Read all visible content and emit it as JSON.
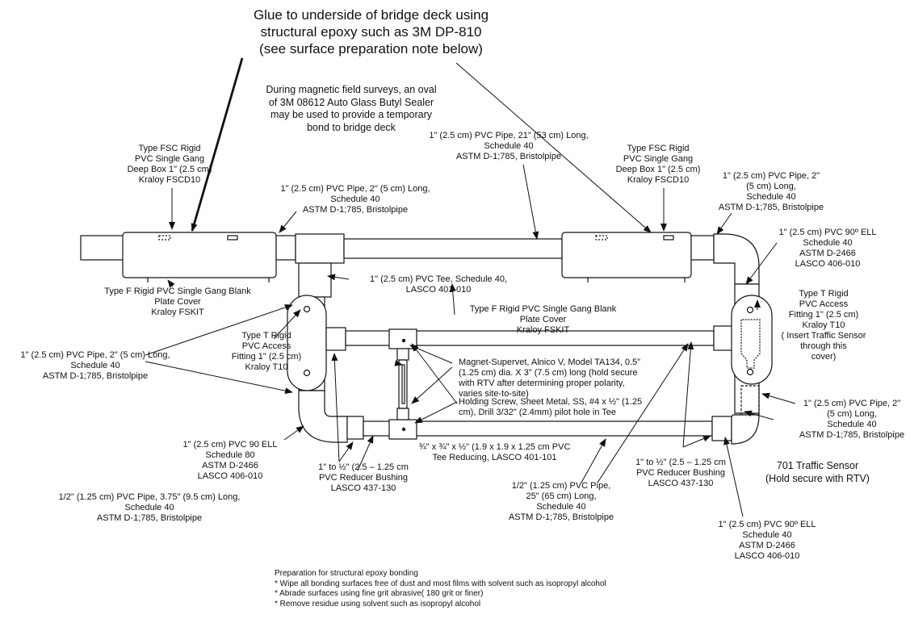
{
  "callouts": {
    "glue": [
      "Glue to underside of bridge deck using",
      "structural epoxy such as 3M DP-810",
      "(see surface preparation note below)"
    ],
    "butyl": [
      "During magnetic field surveys, an oval",
      "of 3M 08612 Auto Glass Butyl Sealer",
      "may be used to provide a temporary",
      "bond to bridge deck"
    ],
    "box_left": [
      "Type FSC Rigid",
      "PVC Single Gang",
      "Deep Box 1\" (2.5 cm)",
      "Kraloy FSCD10"
    ],
    "box_right": [
      "Type FSC Rigid",
      "PVC Single Gang",
      "Deep Box 1\" (2.5 cm)",
      "Kraloy FSCD10"
    ],
    "pipe_21": [
      "1\" (2.5 cm) PVC Pipe, 21\" (53 cm) Long,",
      "Schedule 40",
      "ASTM D-1;785, Bristolpipe"
    ],
    "pipe_2_top": [
      "1\" (2.5 cm) PVC Pipe, 2\" (5 cm) Long,",
      "Schedule 40",
      "ASTM D-1;785, Bristolpipe"
    ],
    "pipe_2_right_top": [
      "1\" (2.5 cm) PVC Pipe, 2\"",
      "(5 cm) Long,",
      "Schedule 40",
      "ASTM D-1;785, Bristolpipe"
    ],
    "ell_right_top": [
      "1\" (2.5 cm) PVC 90º ELL",
      "Schedule 40",
      "ASTM D-2466",
      "LASCO 406-010"
    ],
    "tee": [
      "1\" (2.5 cm) PVC Tee, Schedule 40,",
      "LASCO 401-010"
    ],
    "plate_left": [
      "Type F Rigid PVC Single Gang Blank",
      "Plate Cover",
      "Kraloy FSKIT"
    ],
    "plate_right": [
      "Type F Rigid PVC Single Gang Blank",
      "Plate Cover",
      "Kraloy FSKIT"
    ],
    "access_left": [
      "Type T Rigid",
      "PVC Access",
      "Fitting 1\" (2.5 cm)",
      "Kraloy  T10"
    ],
    "access_right": [
      "Type T Rigid",
      "PVC Access",
      "Fitting 1\" (2.5 cm)",
      "Kraloy  T10",
      "( Insert Traffic Sensor",
      "through this",
      "cover)"
    ],
    "pipe_2_left": [
      "1\" (2.5 cm) PVC Pipe, 2\" (5 cm) Long,",
      "Schedule 40",
      "ASTM D-1;785, Bristolpipe"
    ],
    "magnet": [
      "Magnet-Supervet, Alnico V, Model TA134, 0.5\"",
      "(1.25 cm) dia. X 3\" (7.5 cm) long (hold secure",
      "with RTV after determining proper polarity,",
      "varies site-to-site)"
    ],
    "screw": [
      "Holding Screw, Sheet Metal, SS, #4 x ½\" (1.25",
      "cm), Drill 3/32\" (2.4mm) pilot hole in Tee"
    ],
    "pipe_2_right_bottom": [
      "1\" (2.5 cm) PVC Pipe, 2\"",
      "(5 cm) Long,",
      "Schedule 40",
      "ASTM D-1;785, Bristolpipe"
    ],
    "ell_left": [
      "1\" (2.5 cm) PVC 90 ELL",
      "Schedule 80",
      "ASTM D-2466",
      "LASCO 406-010"
    ],
    "bushing_left": [
      "1\" to ½\" (2.5 – 1.25 cm",
      "PVC Reducer Bushing",
      "LASCO 437-130"
    ],
    "tee_reducing": [
      "¾\" x ¾\" x ½\" (1.9 x 1.9 x 1.25 cm PVC",
      "Tee Reducing, LASCO 401-101"
    ],
    "bushing_right": [
      "1\" to ½\" (2.5 – 1.25 cm",
      "PVC Reducer Bushing",
      "LASCO 437-130"
    ],
    "sensor": [
      "701 Traffic Sensor",
      "(Hold secure with RTV)"
    ],
    "pipe_half_left": [
      "1/2\" (1.25 cm) PVC Pipe, 3.75\" (9.5 cm) Long,",
      "Schedule 40",
      "ASTM D-1;785, Bristolpipe"
    ],
    "pipe_half_25": [
      "1/2\" (1.25 cm) PVC Pipe,",
      "25\" (65 cm) Long,",
      "Schedule 40",
      "ASTM D-1;785, Bristolpipe"
    ],
    "ell_right_bottom": [
      "1\" (2.5 cm) PVC 90º ELL",
      "Schedule 40",
      "ASTM D-2466",
      "LASCO 406-010"
    ]
  },
  "notes": [
    "Preparation for structural epoxy bonding",
    "* Wipe all bonding surfaces free of dust and most films with  solvent such as isopropyl alcohol",
    "* Abrade  surfaces using fine grit abrasive( 180 grit or finer)",
    "* Remove residue using solvent such as isopropyl alcohol"
  ],
  "colors": {
    "ink": "#111111",
    "paper": "#ffffff"
  }
}
